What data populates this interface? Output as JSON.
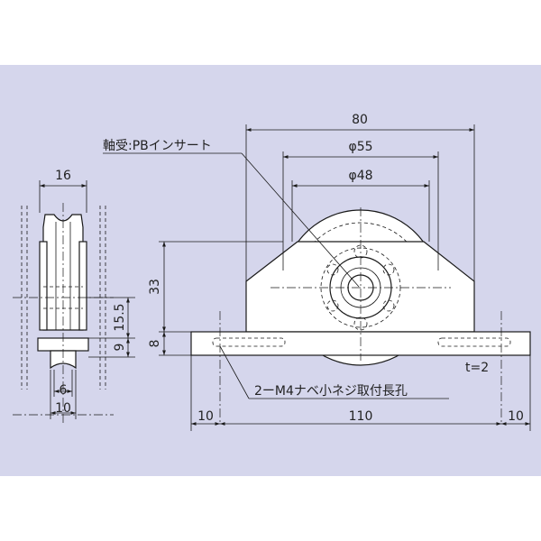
{
  "colors": {
    "background": "#d5d6ec",
    "line": "#1a1a1a",
    "part_fill": "#ffffff"
  },
  "labels": {
    "bearing": "軸受:PBインサート",
    "mount_holes": "2ーM4ナベ小ネジ取付長孔",
    "thickness": "t=2"
  },
  "front_view": {
    "dims": {
      "width_total": "80",
      "dia_outer": "φ55",
      "dia_inner": "φ48",
      "height": "33",
      "base_height": "8",
      "left_margin": "10",
      "hole_pitch": "110",
      "right_margin": "10"
    }
  },
  "side_view": {
    "dims": {
      "width": "16",
      "wheel_height": "15.5",
      "base_height": "9",
      "groove": "6",
      "base_width": "10"
    }
  }
}
